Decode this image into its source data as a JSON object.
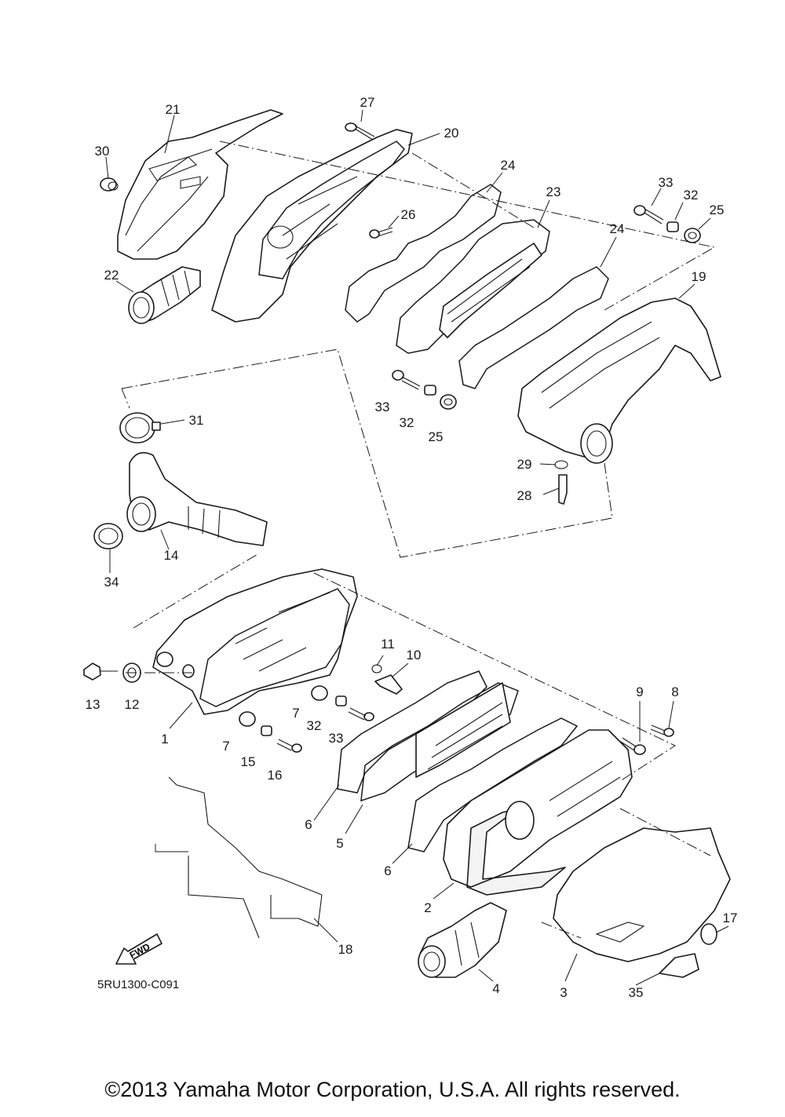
{
  "diagram": {
    "code": "5RU1300-C091",
    "fwd_label": "FWD",
    "copyright": "©2013 Yamaha Motor Corporation, U.S.A. All rights reserved."
  },
  "callouts": {
    "c1": "1",
    "c2": "2",
    "c3": "3",
    "c4": "4",
    "c5": "5",
    "c6a": "6",
    "c6b": "6",
    "c7a": "7",
    "c7b": "7",
    "c8": "8",
    "c9": "9",
    "c10": "10",
    "c11": "11",
    "c12": "12",
    "c13": "13",
    "c14": "14",
    "c15": "15",
    "c16": "16",
    "c17": "17",
    "c18": "18",
    "c19": "19",
    "c20": "20",
    "c21": "21",
    "c22": "22",
    "c23": "23",
    "c24a": "24",
    "c24b": "24",
    "c25a": "25",
    "c25b": "25",
    "c26": "26",
    "c27": "27",
    "c28": "28",
    "c29": "29",
    "c30": "30",
    "c31": "31",
    "c32a": "32",
    "c32b": "32",
    "c32c": "32",
    "c33a": "33",
    "c33b": "33",
    "c33c": "33",
    "c34": "34",
    "c35": "35"
  }
}
